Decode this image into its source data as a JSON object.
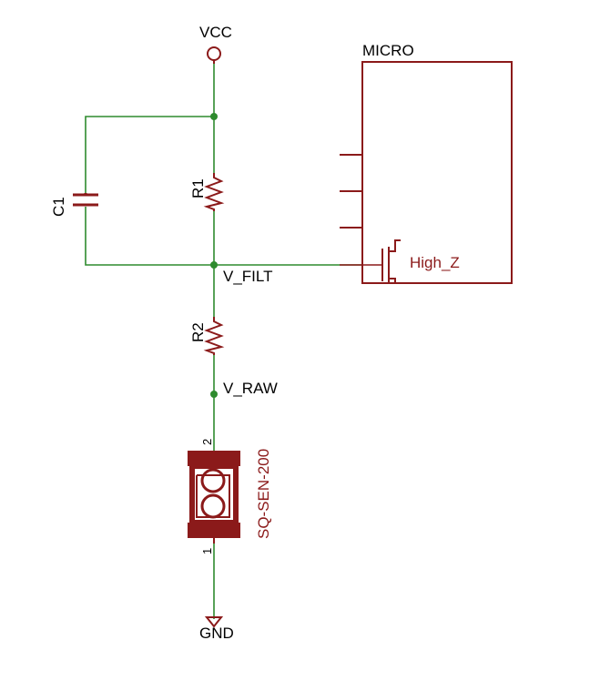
{
  "colors": {
    "wire": "#2e8b2e",
    "component": "#8b1a1a",
    "text": "#000000",
    "background": "#ffffff"
  },
  "labels": {
    "vcc": "VCC",
    "gnd": "GND",
    "micro": "MICRO",
    "c1": "C1",
    "r1": "R1",
    "r2": "R2",
    "v_filt": "V_FILT",
    "v_raw": "V_RAW",
    "high_z": "High_Z",
    "sensor": "SQ-SEN-200",
    "pin2": "2",
    "pin1": "1"
  }
}
